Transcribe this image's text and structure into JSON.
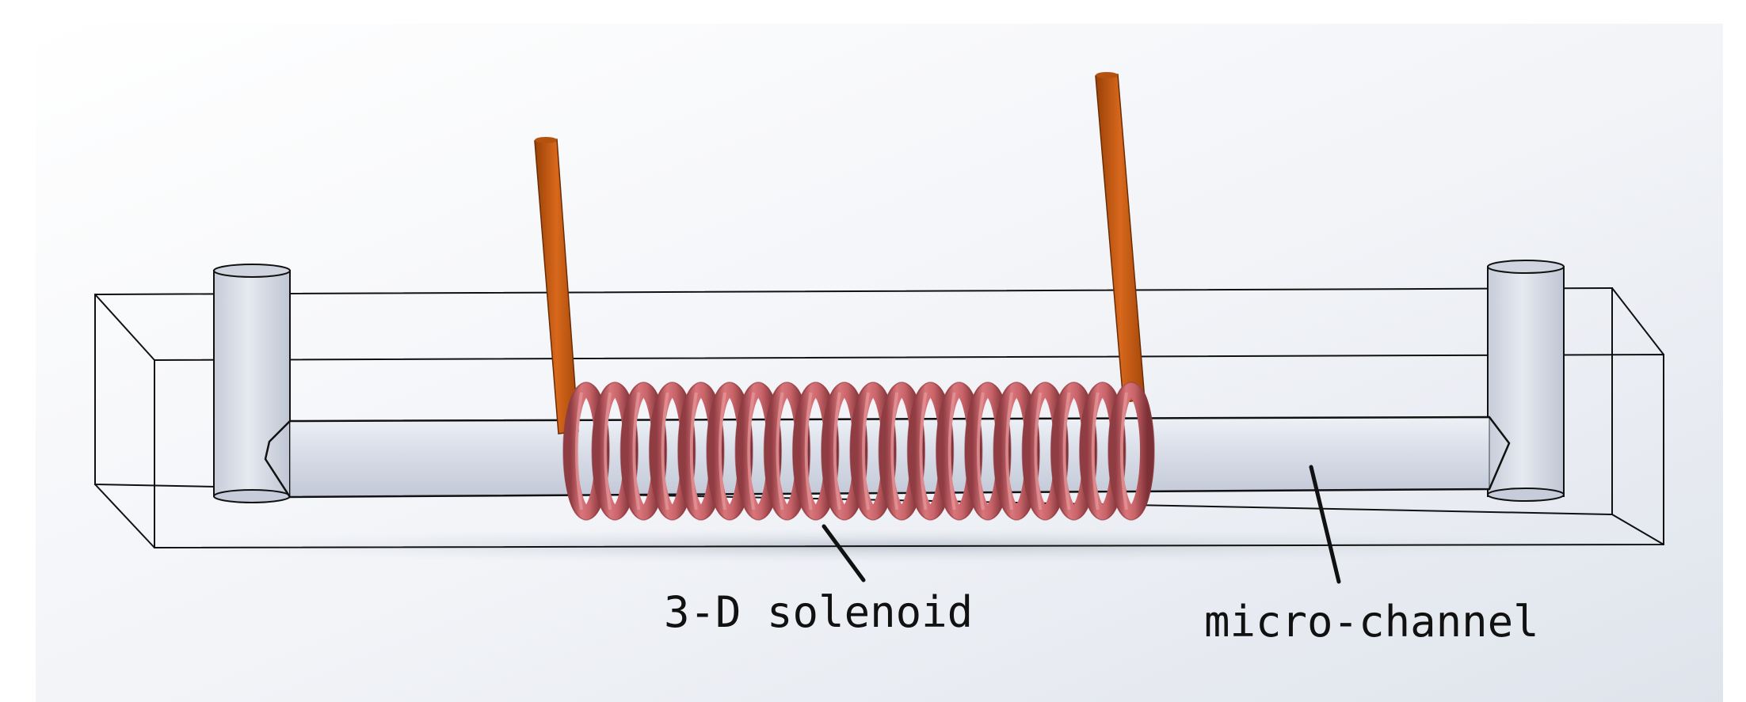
{
  "labels": {
    "solenoid": "3-D solenoid",
    "channel": "micro-channel"
  },
  "colors": {
    "background_top": "#ffffff",
    "background_bottom": "#e4e8ef",
    "coil": "#c9656a",
    "coil_highlight": "#e4959a",
    "coil_shadow": "#8f3c42",
    "lead_wire": "#c65a12",
    "channel_fill": "#d9dee9",
    "outline": "#111111"
  },
  "solenoid": {
    "turns": 20
  }
}
